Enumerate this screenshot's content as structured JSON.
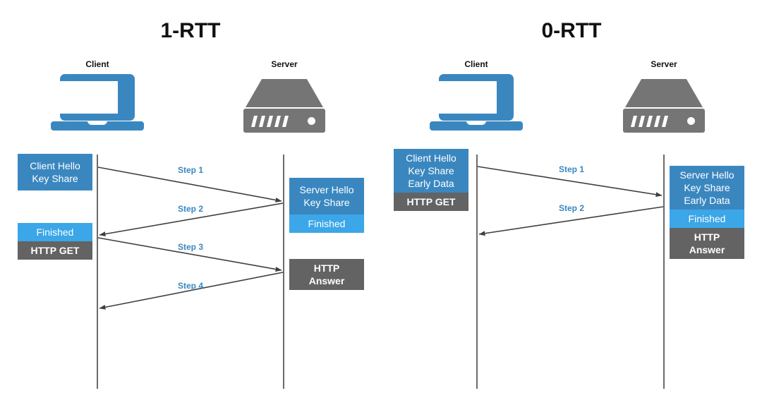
{
  "diagram": {
    "title_left": "1-RTT",
    "title_right": "0-RTT",
    "colors": {
      "blue_dark": "#3a87c0",
      "blue_light": "#3ba6e8",
      "gray": "#636363",
      "line": "#3f3f3f",
      "text_dark": "#131313"
    }
  },
  "panels": [
    {
      "id": "1rtt",
      "title": "1-RTT",
      "client_label": "Client",
      "server_label": "Server",
      "client_messages": [
        {
          "text": "Client Hello\nKey Share",
          "style": "blue-dark"
        },
        {
          "text": "Finished",
          "style": "blue-light"
        },
        {
          "text": "HTTP GET",
          "style": "gray"
        }
      ],
      "server_messages": [
        {
          "text": "Server Hello\nKey Share",
          "style": "blue-dark"
        },
        {
          "text": "Finished",
          "style": "blue-light"
        },
        {
          "text": "HTTP\nAnswer",
          "style": "gray"
        }
      ],
      "steps": [
        {
          "label": "Step 1",
          "direction": "client-to-server"
        },
        {
          "label": "Step 2",
          "direction": "server-to-client"
        },
        {
          "label": "Step 3",
          "direction": "client-to-server"
        },
        {
          "label": "Step 4",
          "direction": "server-to-client"
        }
      ]
    },
    {
      "id": "0rtt",
      "title": "0-RTT",
      "client_label": "Client",
      "server_label": "Server",
      "client_messages": [
        {
          "text": "Client Hello\nKey Share\nEarly Data",
          "style": "blue-dark"
        },
        {
          "text": "HTTP GET",
          "style": "gray"
        }
      ],
      "server_messages": [
        {
          "text": "Server Hello\nKey Share\nEarly Data",
          "style": "blue-dark"
        },
        {
          "text": "Finished",
          "style": "blue-light"
        },
        {
          "text": "HTTP\nAnswer",
          "style": "gray"
        }
      ],
      "steps": [
        {
          "label": "Step 1",
          "direction": "client-to-server"
        },
        {
          "label": "Step 2",
          "direction": "server-to-client"
        }
      ]
    }
  ],
  "step_labels": {
    "l1": "Step 1",
    "l2": "Step 2",
    "l3": "Step 3",
    "l4": "Step 4",
    "r1": "Step 1",
    "r2": "Step 2"
  }
}
